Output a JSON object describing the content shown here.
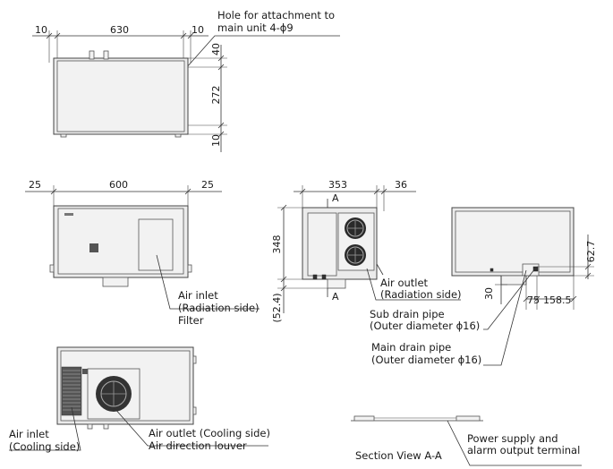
{
  "dimensions": {
    "top_view": {
      "left_margin": "10",
      "width": "630",
      "right_margin": "10",
      "h1": "40",
      "h2": "272",
      "h3": "10"
    },
    "front_view": {
      "left": "25",
      "width": "600",
      "right": "25"
    },
    "side_view": {
      "depth": "353",
      "extra": "36",
      "height": "348",
      "below": "(52.4)",
      "section_a_top": "A",
      "section_a_bottom": "A"
    },
    "back_view": {
      "h_627": "62.7",
      "h_30": "30",
      "w_75": "75",
      "w_1585": "158.5"
    }
  },
  "labels": {
    "hole_line1": "Hole for attachment to",
    "hole_line2": "main unit 4-ϕ9",
    "air_inlet_rad_1": "Air inlet",
    "air_inlet_rad_2": "(Radiation side)",
    "filter": "Filter",
    "air_outlet_rad_1": "Air outlet",
    "air_outlet_rad_2": "(Radiation side)",
    "sub_drain_1": "Sub drain pipe",
    "sub_drain_2": "(Outer diameter ϕ16)",
    "main_drain_1": "Main drain pipe",
    "main_drain_2": "(Outer diameter ϕ16)",
    "air_inlet_cool_1": "Air inlet",
    "air_inlet_cool_2": "(Cooling side)",
    "air_outlet_cool": "Air outlet (Cooling side)",
    "louver": "Air direction louver",
    "power_1": "Power supply and",
    "power_2": "alarm output terminal",
    "section": "Section View A-A"
  }
}
